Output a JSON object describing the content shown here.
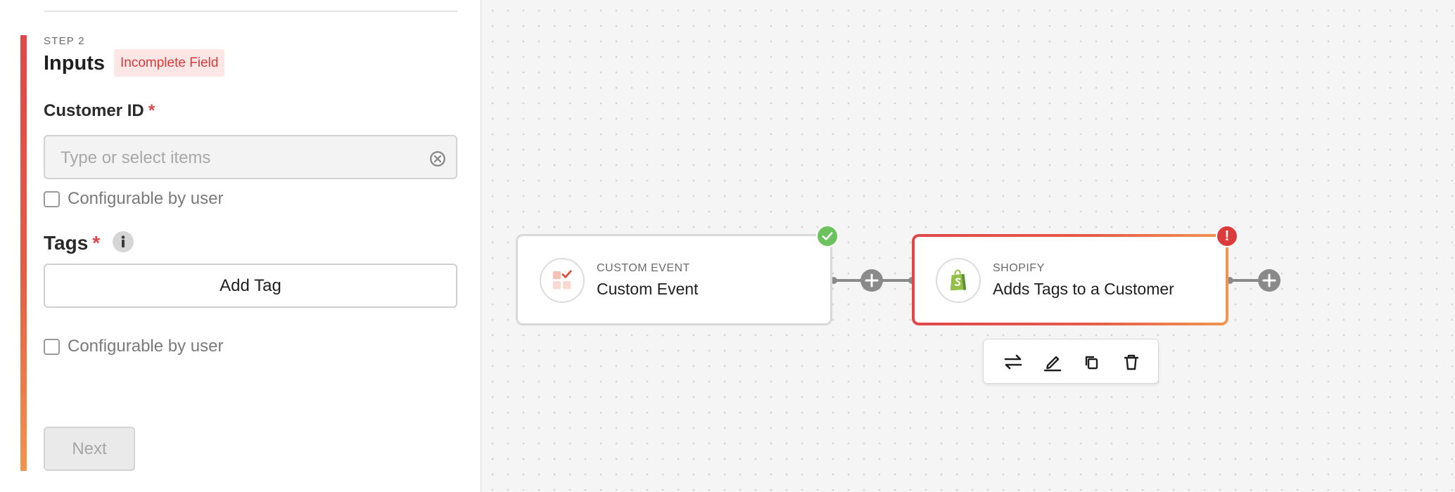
{
  "panel": {
    "step_label": "STEP 2",
    "step_title": "Inputs",
    "status_badge": "Incomplete Field",
    "customer_id": {
      "label": "Customer ID",
      "required_mark": "*",
      "placeholder": "Type or select items",
      "clear_icon": "x-circle-icon",
      "configurable_label": "Configurable by user",
      "configurable_checked": false
    },
    "tags": {
      "label": "Tags",
      "required_mark": "*",
      "info_icon": "info-icon",
      "add_button_label": "Add Tag",
      "configurable_label": "Configurable by user",
      "configurable_checked": false
    },
    "next_label": "Next"
  },
  "canvas": {
    "nodes": [
      {
        "kicker": "CUSTOM EVENT",
        "title": "Custom Event",
        "icon": "custom-event-icon",
        "status": "complete"
      },
      {
        "kicker": "SHOPIFY",
        "title": "Adds Tags to a Customer",
        "icon": "shopify-bag-icon",
        "status": "error",
        "status_mark": "!"
      }
    ],
    "toolbar": [
      "swap-icon",
      "edit-icon",
      "duplicate-icon",
      "delete-icon"
    ]
  },
  "colors": {
    "accent_red": "#e0474a",
    "accent_orange": "#f0954c",
    "success_green": "#6cc25c",
    "badge_bg": "#fde6e6"
  }
}
